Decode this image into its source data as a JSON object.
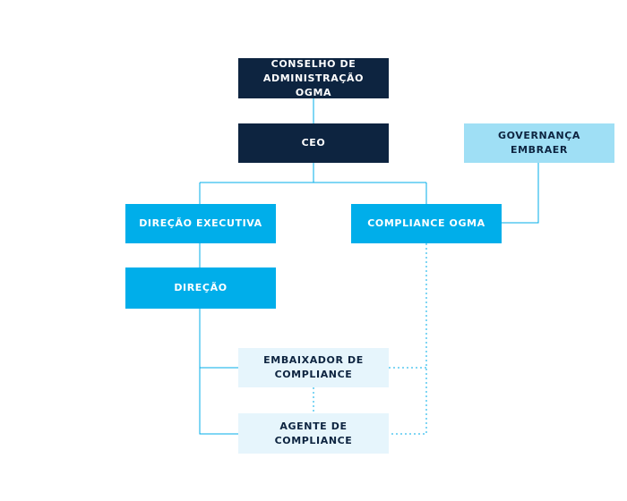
{
  "nodes": {
    "board": "CONSELHO DE\nADMINISTRAÇÃO OGMA",
    "ceo": "CEO",
    "governance": "GOVERNANÇA EMBRAER",
    "exec_direction": "DIREÇÃO EXECUTIVA",
    "compliance_ogma": "COMPLIANCE OGMA",
    "direction": "DIREÇÃO",
    "ambassador": "EMBAIXADOR DE\nCOMPLIANCE",
    "agent": "AGENTE DE COMPLIANCE"
  },
  "colors": {
    "dark_navy": "#0d2440",
    "bright_blue": "#00aeea",
    "light_blue": "#9fdff5",
    "pale_blue": "#e6f5fc"
  }
}
